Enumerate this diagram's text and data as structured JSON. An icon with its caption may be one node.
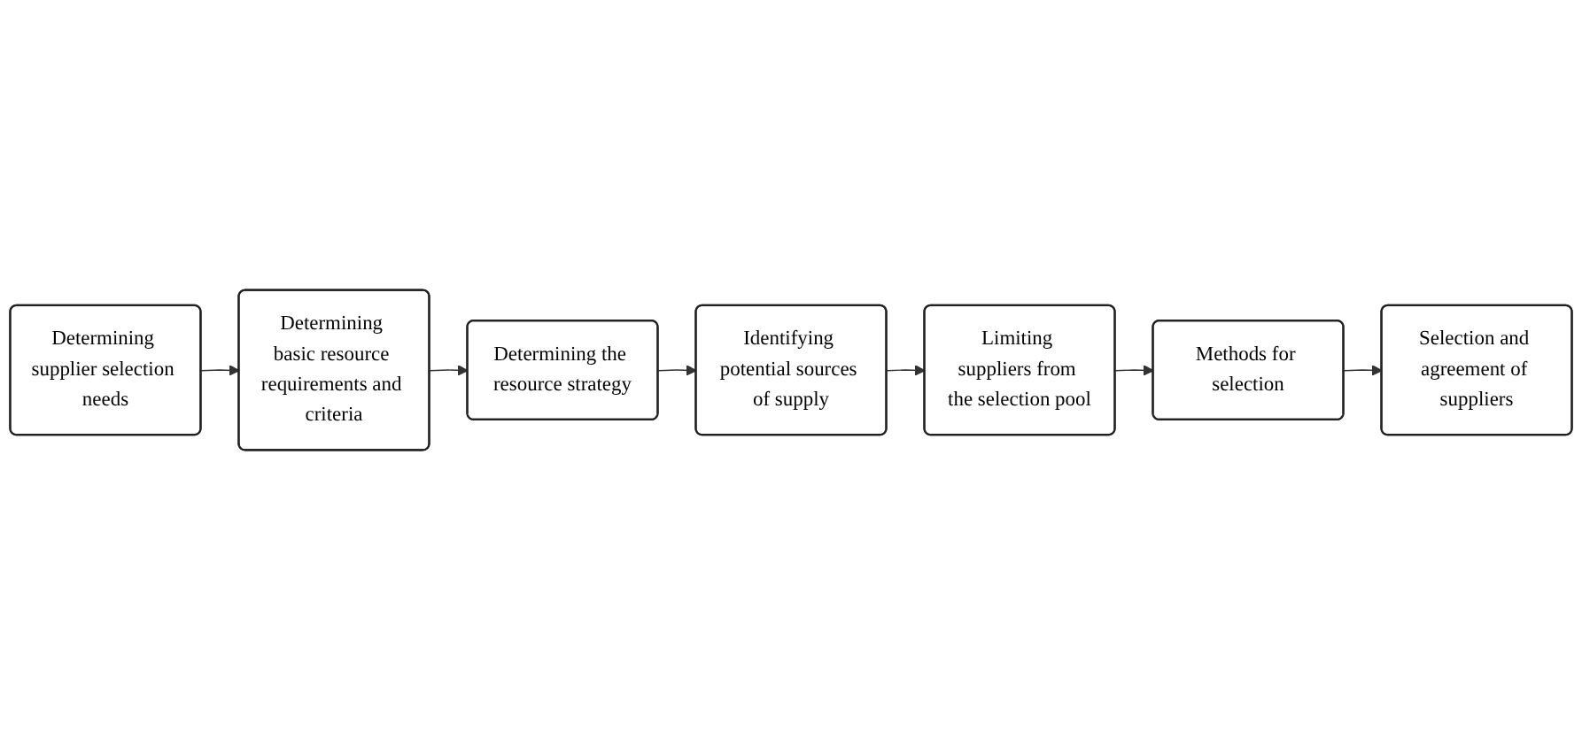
{
  "diagram": {
    "nodes": [
      {
        "text": [
          "Determining supplier selection needs"
        ]
      },
      {
        "text": [
          "Determining basic resource requirements and criteria"
        ]
      },
      {
        "text": [
          "Determining the resource strategy"
        ]
      },
      {
        "text": [
          "Identifying potential sources of supply"
        ]
      },
      {
        "text": [
          "Limiting suppliers from the selection pool"
        ]
      },
      {
        "text": [
          "Methods for selection"
        ]
      },
      {
        "text": [
          "Selection and agreement of suppliers"
        ]
      }
    ],
    "edges": [
      {
        "from": 0,
        "to": 1,
        "arrow": "to"
      },
      {
        "from": 1,
        "to": 2,
        "arrow": "to"
      },
      {
        "from": 2,
        "to": 3,
        "arrow": "to"
      },
      {
        "from": 3,
        "to": 4,
        "arrow": "to"
      },
      {
        "from": 4,
        "to": 5,
        "arrow": "to"
      },
      {
        "from": 5,
        "to": 6,
        "arrow": "to"
      }
    ]
  }
}
